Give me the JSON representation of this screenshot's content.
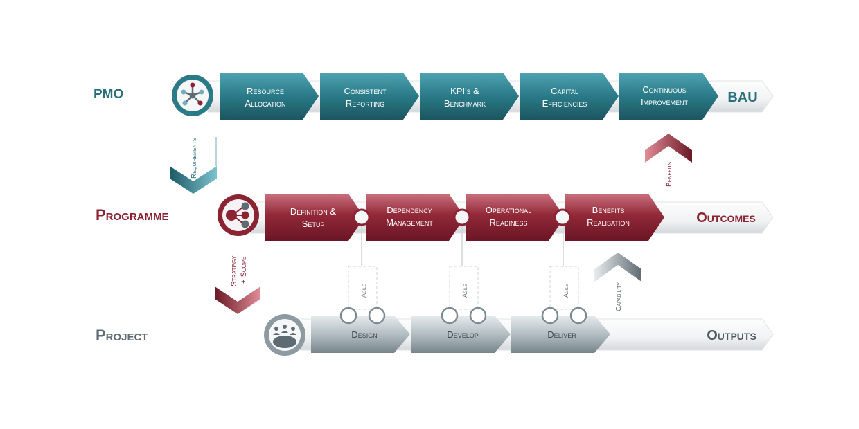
{
  "rows": {
    "pmo": {
      "label": "PMO",
      "icon": "network-hub-icon",
      "color": "#2a7a88",
      "stages": [
        {
          "line1": "Resource",
          "line2": "Allocation"
        },
        {
          "line1": "Consistent",
          "line2": "Reporting"
        },
        {
          "line1": "KPI's &",
          "line2": "Benchmark"
        },
        {
          "line1": "Capital",
          "line2": "Efficiencies"
        },
        {
          "line1": "Continuous",
          "line2": "Improvement"
        }
      ],
      "end_label": "BAU"
    },
    "programme": {
      "label": "Programme",
      "icon": "hierarchy-nodes-icon",
      "color": "#8b2332",
      "stages": [
        {
          "line1": "Definition &",
          "line2": "Setup"
        },
        {
          "line1": "Dependency",
          "line2": "Management"
        },
        {
          "line1": "Operational",
          "line2": "Readiness"
        },
        {
          "line1": "Benefits",
          "line2": "Realisation"
        }
      ],
      "end_label": "Outcomes"
    },
    "project": {
      "label": "Project",
      "icon": "team-meeting-icon",
      "color": "#7d8a91",
      "stages": [
        {
          "line1": "Design"
        },
        {
          "line1": "Develop"
        },
        {
          "line1": "Deliver"
        }
      ],
      "end_label": "Outputs"
    }
  },
  "connectors": {
    "requirements": "Requirements",
    "benefits": "Benefits",
    "strategy_line1": "Strategy",
    "strategy_line2": "+ Scope",
    "capability": "Capability",
    "agile": [
      "Agile",
      "Agile",
      "Agile"
    ]
  },
  "colors": {
    "teal": "#2a7a88",
    "teal_dark": "#1d5a66",
    "maroon": "#8b2332",
    "maroon_dark": "#6b1826",
    "grey": "#8e9aa1",
    "grey_dark": "#5f6b72"
  }
}
